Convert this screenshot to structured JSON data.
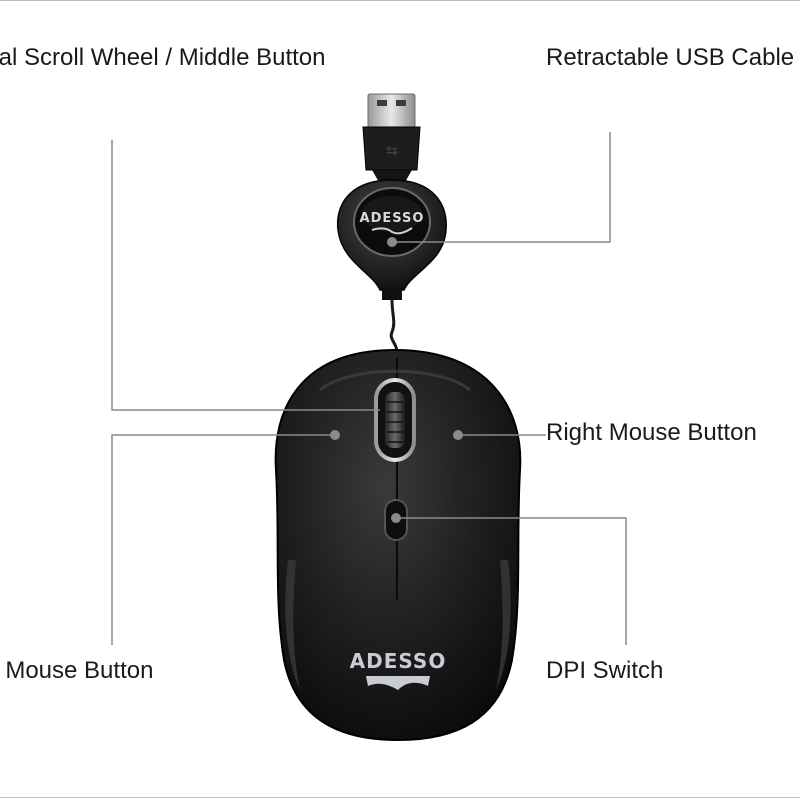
{
  "callouts": {
    "scroll_wheel": "tal Scroll Wheel / Middle Button",
    "usb_cable": "Retractable USB Cable",
    "right_button": "Right Mouse Button",
    "left_button": "t Mouse Button",
    "dpi_switch": "DPI Switch"
  },
  "branding": {
    "reel_logo": "ADESSO",
    "mouse_logo": "ADESSO"
  },
  "colors": {
    "leader_line": "#8a8a8a",
    "mouse_body": "#1c1c1e",
    "accent_silver": "#c9ccd0"
  }
}
